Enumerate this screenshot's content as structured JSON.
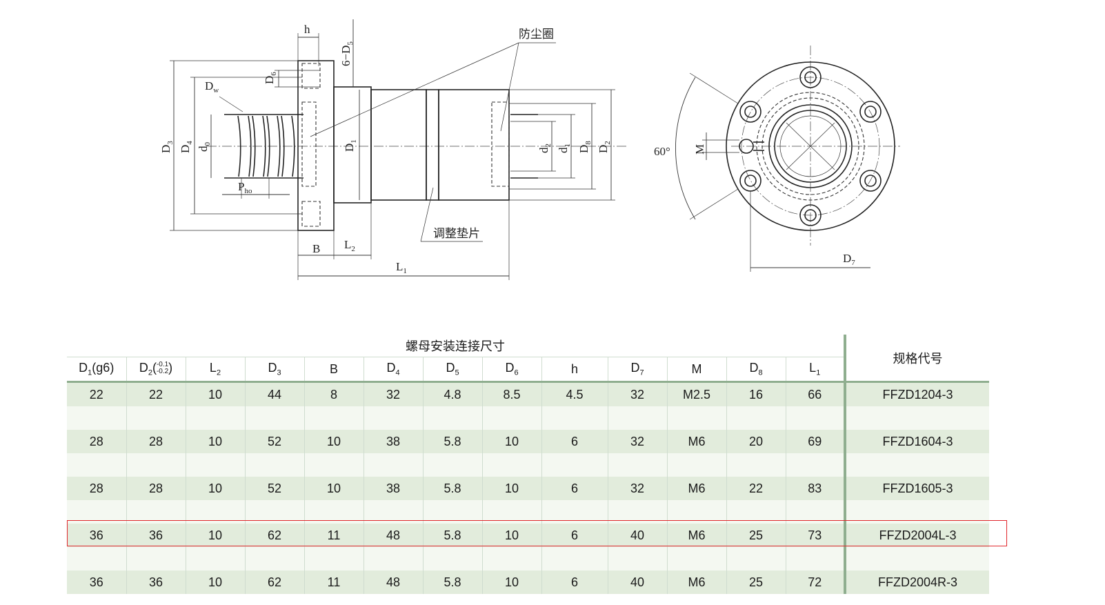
{
  "drawing": {
    "labels": {
      "h": "h",
      "d5": "6−D",
      "d5_sub": "5",
      "d6": "D",
      "d6_sub": "6",
      "dw": "D",
      "dw_sub": "w",
      "d3": "D",
      "d3_sub": "3",
      "d4": "D",
      "d4_sub": "4",
      "d0": "d",
      "d0_sub": "0",
      "d1_big": "D",
      "d1_big_sub": "1",
      "d2_small": "d",
      "d2_small_sub": "2",
      "d1_small": "d",
      "d1_small_sub": "1",
      "d8": "D",
      "d8_sub": "8",
      "d2_big": "D",
      "d2_big_sub": "2",
      "pho": "P",
      "pho_sub": "ho",
      "b": "B",
      "l2": "L",
      "l2_sub": "2",
      "l1": "L",
      "l1_sub": "1",
      "dust_ring": "防尘圈",
      "shim": "调整垫片",
      "angle": "60°",
      "m": "M",
      "d7": "D",
      "d7_sub": "7"
    }
  },
  "table": {
    "group_title": "螺母安装连接尺寸",
    "code_title": "规格代号",
    "columns": [
      {
        "main": "D",
        "sub": "1",
        "tail": "(g6)"
      },
      {
        "main": "D",
        "sub": "2",
        "tail": "",
        "tol_upper": "-0.1",
        "tol_lower": "-0.2"
      },
      {
        "main": "L",
        "sub": "2",
        "tail": ""
      },
      {
        "main": "D",
        "sub": "3",
        "tail": ""
      },
      {
        "main": "B",
        "sub": "",
        "tail": ""
      },
      {
        "main": "D",
        "sub": "4",
        "tail": ""
      },
      {
        "main": "D",
        "sub": "5",
        "tail": ""
      },
      {
        "main": "D",
        "sub": "6",
        "tail": ""
      },
      {
        "main": "h",
        "sub": "",
        "tail": ""
      },
      {
        "main": "D",
        "sub": "7",
        "tail": ""
      },
      {
        "main": "M",
        "sub": "",
        "tail": ""
      },
      {
        "main": "D",
        "sub": "8",
        "tail": ""
      },
      {
        "main": "L",
        "sub": "1",
        "tail": ""
      }
    ],
    "rows": [
      {
        "values": [
          "22",
          "22",
          "10",
          "44",
          "8",
          "32",
          "4.8",
          "8.5",
          "4.5",
          "32",
          "M2.5",
          "16",
          "66"
        ],
        "code": "FFZD1204-3",
        "highlighted": false
      },
      {
        "values": [
          "28",
          "28",
          "10",
          "52",
          "10",
          "38",
          "5.8",
          "10",
          "6",
          "32",
          "M6",
          "20",
          "69"
        ],
        "code": "FFZD1604-3",
        "highlighted": false
      },
      {
        "values": [
          "28",
          "28",
          "10",
          "52",
          "10",
          "38",
          "5.8",
          "10",
          "6",
          "32",
          "M6",
          "22",
          "83"
        ],
        "code": "FFZD1605-3",
        "highlighted": false
      },
      {
        "values": [
          "36",
          "36",
          "10",
          "62",
          "11",
          "48",
          "5.8",
          "10",
          "6",
          "40",
          "M6",
          "25",
          "73"
        ],
        "code": "FFZD2004L-3",
        "highlighted": true
      },
      {
        "values": [
          "36",
          "36",
          "10",
          "62",
          "11",
          "48",
          "5.8",
          "10",
          "6",
          "40",
          "M6",
          "25",
          "72"
        ],
        "code": "FFZD2004R-3",
        "highlighted": false
      }
    ],
    "highlight_color": "#e0262b"
  }
}
